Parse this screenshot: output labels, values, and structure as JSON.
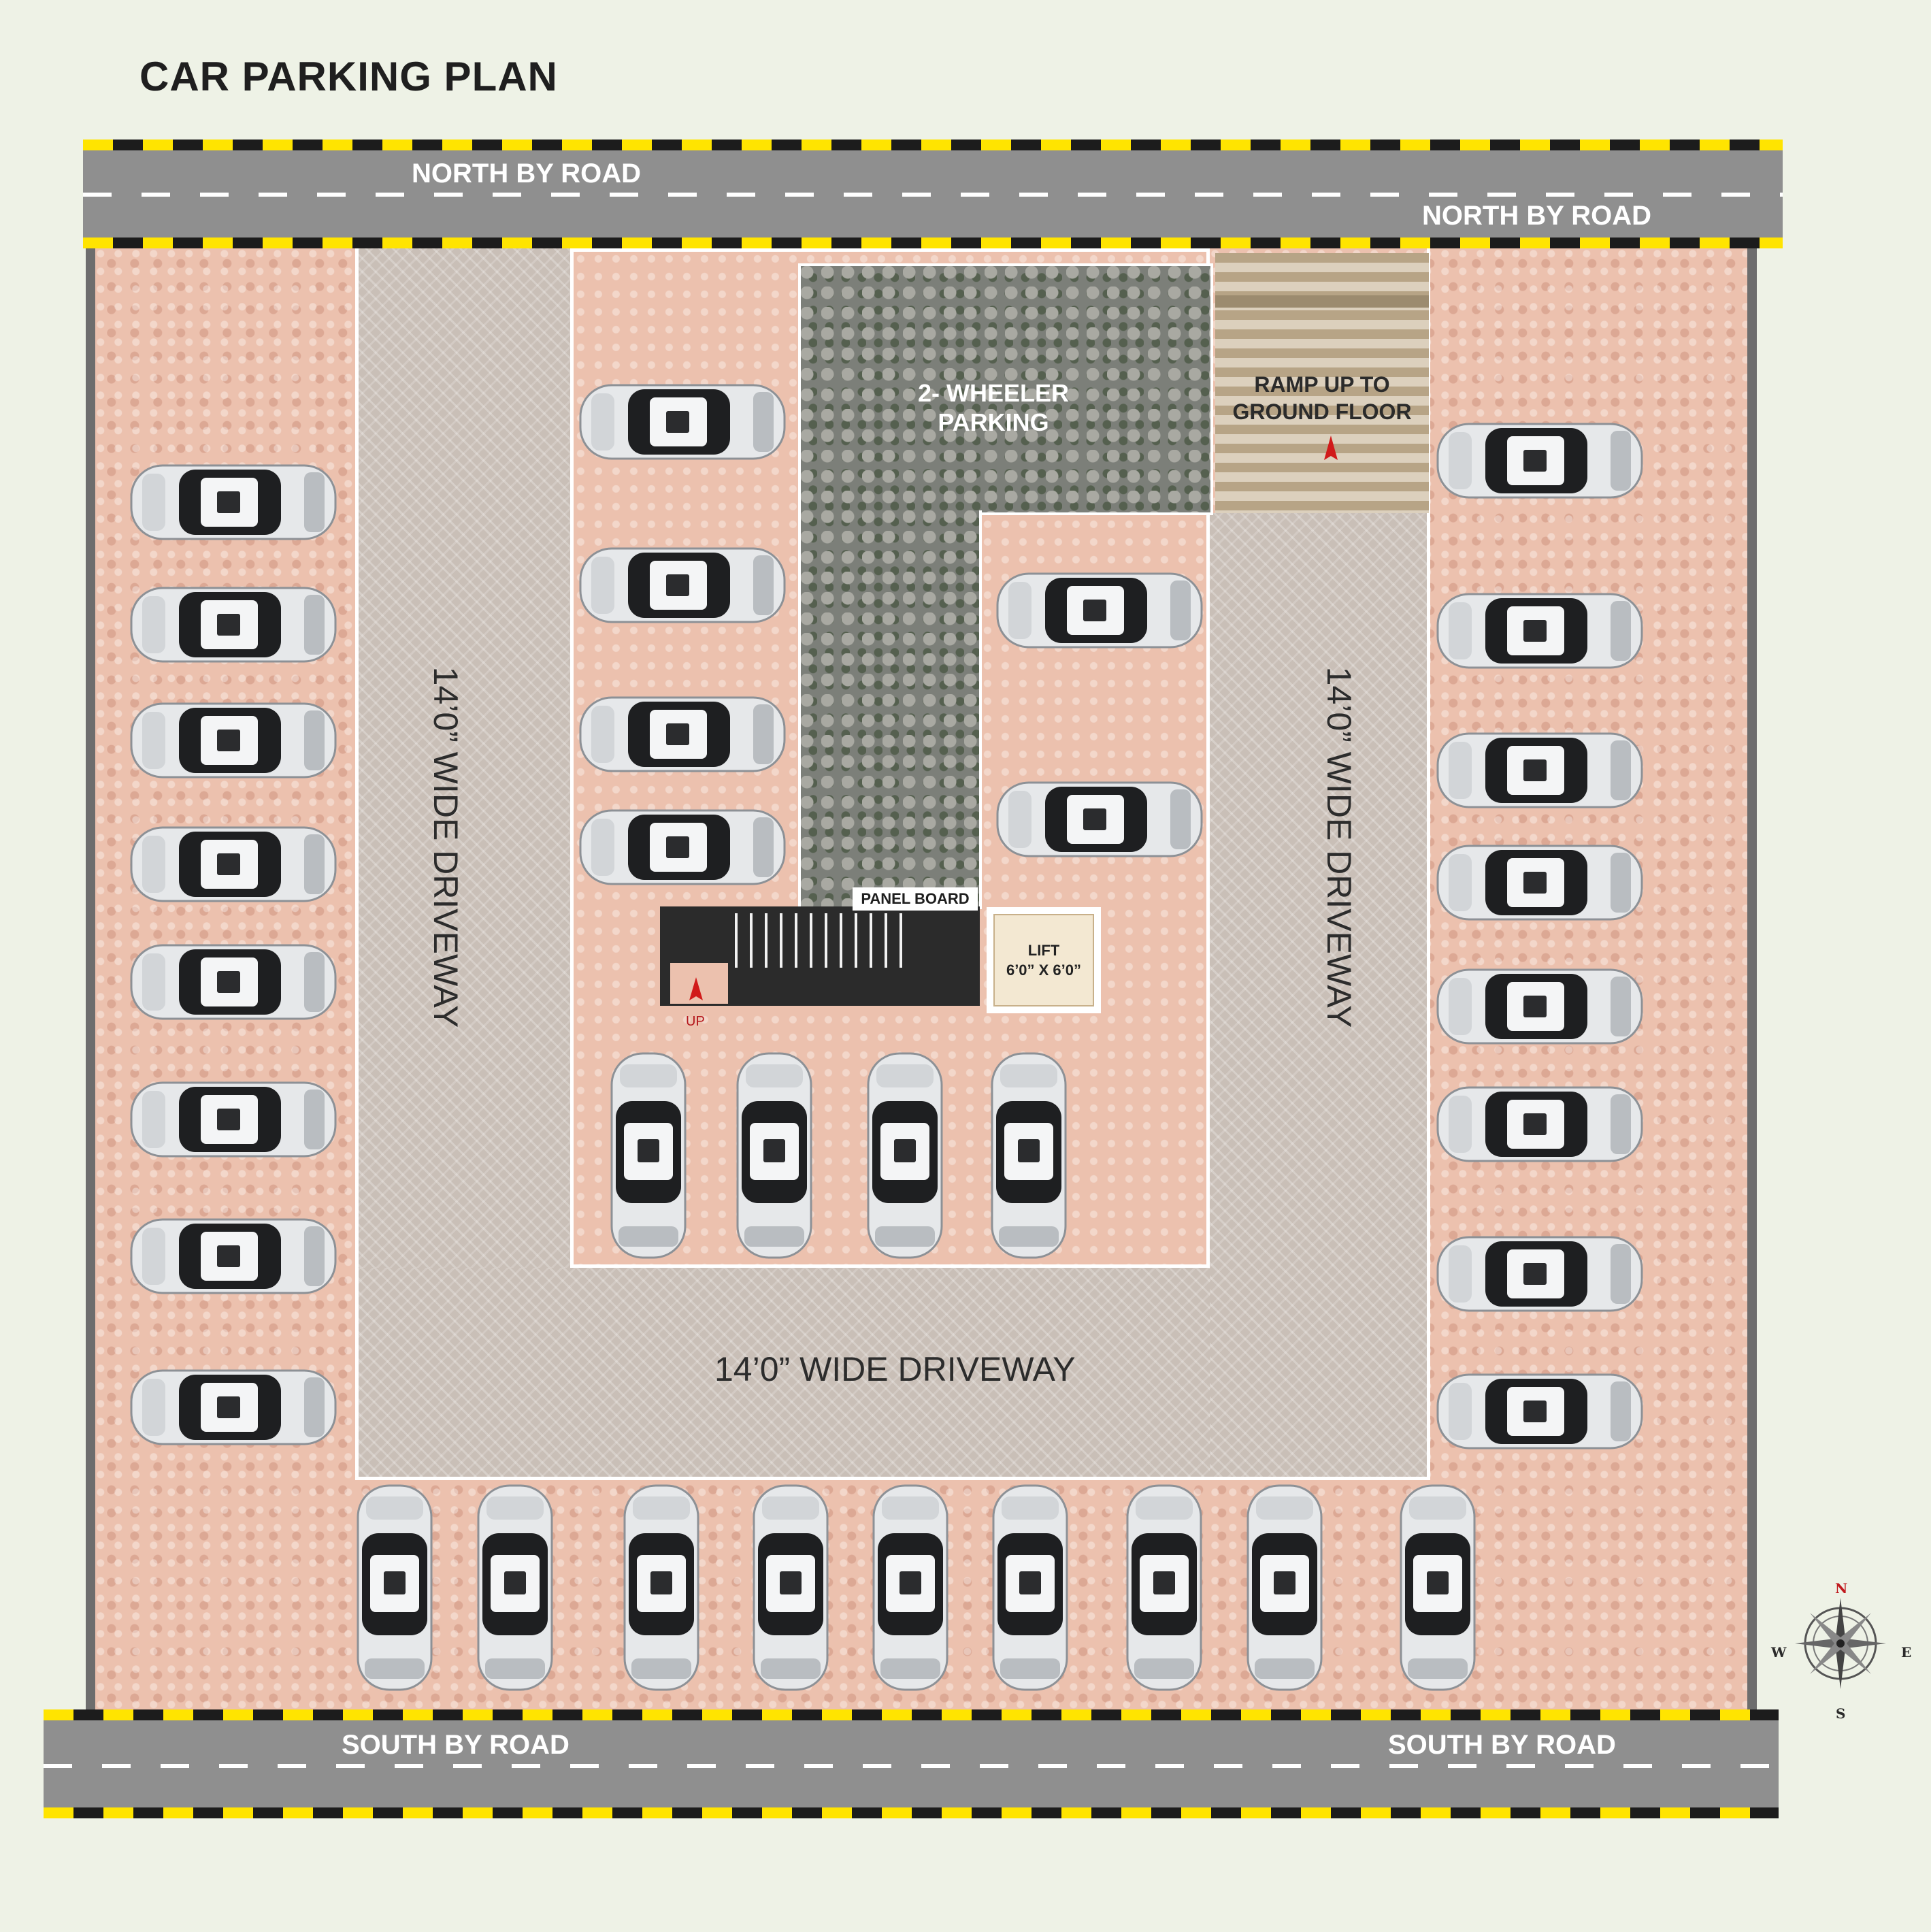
{
  "title": "CAR PARKING  PLAN",
  "roads": {
    "north_label_left": "NORTH BY ROAD",
    "north_label_right": "NORTH BY ROAD",
    "south_label_left": "SOUTH BY ROAD",
    "south_label_right": "SOUTH BY ROAD"
  },
  "areas": {
    "two_wheeler_line1": "2- WHEELER",
    "two_wheeler_line2": "PARKING",
    "ramp_line1": "RAMP UP TO",
    "ramp_line2": "GROUND FLOOR",
    "driveway_left": "14’0” WIDE DRIVEWAY",
    "driveway_right": "14’0” WIDE DRIVEWAY",
    "driveway_bottom": "14’0” WIDE DRIVEWAY",
    "panel_board": "PANEL BOARD",
    "lift_title": "LIFT",
    "lift_size": "6’0” X 6’0”",
    "stair_up": "UP"
  },
  "compass": {
    "n": "N",
    "s": "S",
    "e": "E",
    "w": "W"
  },
  "colors": {
    "paving": "#ecc1ae",
    "driveway": "#c9bfb7",
    "road": "#8f8f8f",
    "road_stripe": "#ffe400",
    "car_body": "#e6e8ea",
    "arrow": "#d11a1a"
  }
}
